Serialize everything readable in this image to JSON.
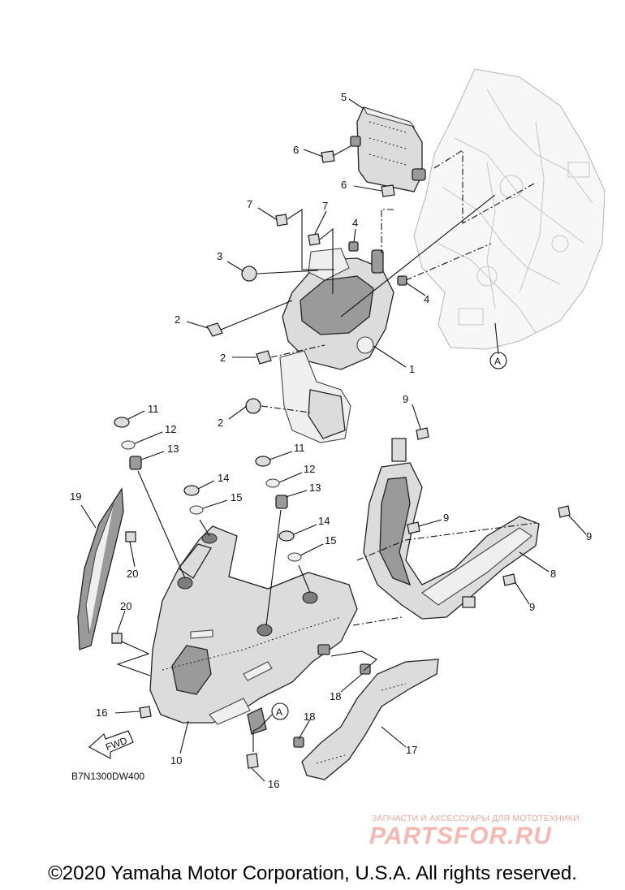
{
  "diagram": {
    "part_numbers": [
      "1",
      "2",
      "2",
      "2",
      "3",
      "4",
      "4",
      "5",
      "6",
      "6",
      "7",
      "7",
      "8",
      "9",
      "9",
      "9",
      "9",
      "10",
      "11",
      "11",
      "12",
      "12",
      "13",
      "13",
      "14",
      "14",
      "15",
      "15",
      "16",
      "16",
      "17",
      "18",
      "18",
      "19",
      "20",
      "20"
    ],
    "reference_marks": [
      "A",
      "A"
    ],
    "drawing_code": "B7N1300DW400",
    "direction_arrow": "FWD"
  },
  "watermark": {
    "tagline": "ЗАПЧАСТИ И АКСЕССУАРЫ ДЛЯ МОТОТЕХНИКИ",
    "logo": "PARTSFOR.RU",
    "color": "#f2a5a0"
  },
  "footer": {
    "copyright": "©2020 Yamaha Motor Corporation, U.S.A. All rights reserved."
  }
}
